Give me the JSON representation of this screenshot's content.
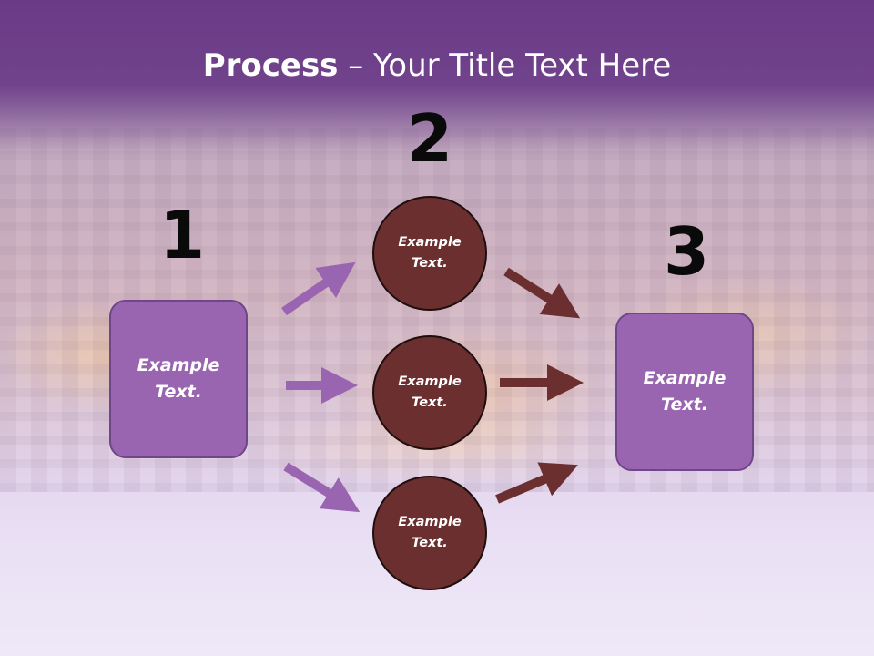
{
  "title": {
    "bold": "Process",
    "rest": " – Your Title Text Here"
  },
  "steps": [
    {
      "number": "1",
      "label": "Example\nText."
    },
    {
      "number": "2"
    },
    {
      "number": "3",
      "label": "Example\nText."
    }
  ],
  "middle_nodes": [
    {
      "label": "Example\nText."
    },
    {
      "label": "Example\nText."
    },
    {
      "label": "Example\nText."
    }
  ],
  "colors": {
    "header": "#6a3a86",
    "box_fill": "#9a65b0",
    "circle_fill": "#6b2f2f",
    "arrow_purple": "#9a65b0",
    "arrow_brown": "#6b2f2f"
  }
}
